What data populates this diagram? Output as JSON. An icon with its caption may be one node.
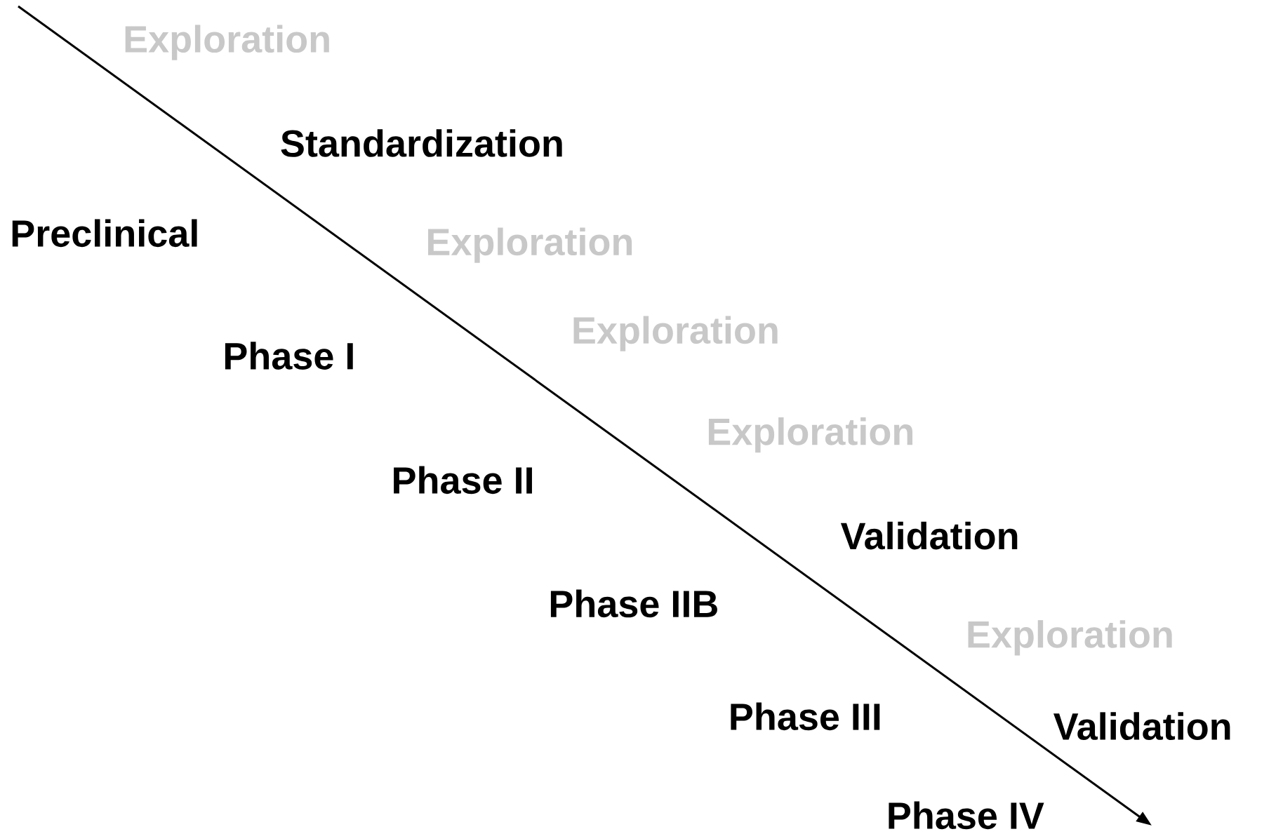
{
  "diagram": {
    "labels": [
      "Exploration",
      "Standardization",
      "Preclinical",
      "Exploration",
      "Exploration",
      "Phase I",
      "Exploration",
      "Phase II",
      "Validation",
      "Phase IIB",
      "Exploration",
      "Phase III",
      "Validation",
      "Phase IV"
    ]
  }
}
